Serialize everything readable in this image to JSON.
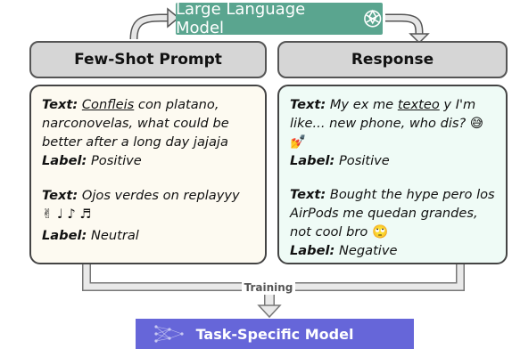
{
  "llm": {
    "label": "Large Language Model",
    "icon": "openai-logo-icon"
  },
  "few_shot": {
    "header": "Few-Shot Prompt",
    "ex1": {
      "text_key": "Text:",
      "text_underlined": "Confleis",
      "text_rest": " con platano, narconovelas, what could be better after a long day jajaja",
      "label_key": "Label:",
      "label": "Positive"
    },
    "ex2": {
      "text_key": "Text:",
      "text": "Ojos verdes on replayyy",
      "emoji": "✌ ♩ ♪ ♬",
      "label_key": "Label:",
      "label": "Neutral"
    }
  },
  "response": {
    "header": "Response",
    "ex1": {
      "text_key": "Text:",
      "text_a": "My ex me ",
      "text_underlined": "texteo",
      "text_b": " y I'm like... new phone, who dis?",
      "emoji": "😅💅",
      "label_key": "Label:",
      "label": "Positive"
    },
    "ex2": {
      "text_key": "Text:",
      "text": "Bought the hype pero los AirPods me quedan grandes, not cool bro",
      "emoji": "🙄",
      "label_key": "Label:",
      "label": "Negative"
    }
  },
  "training": {
    "label": "Training"
  },
  "model": {
    "label": "Task-Specific Model",
    "icon": "neural-network-icon"
  },
  "colors": {
    "llm": "#5aa58f",
    "left_bg": "#fdfaf1",
    "right_bg": "#effbf6",
    "model": "#6666d9"
  }
}
